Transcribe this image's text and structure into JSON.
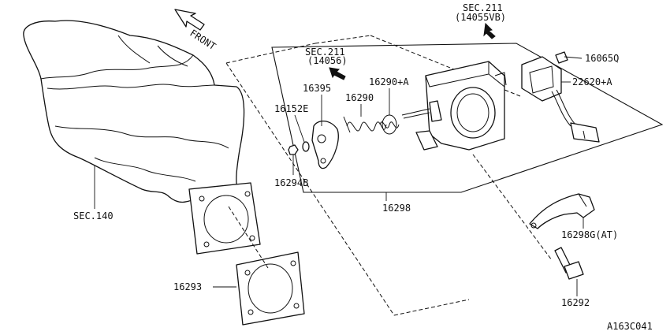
{
  "diagram": {
    "front_label": "FRONT",
    "sec_211_top": {
      "line1": "SEC.211",
      "line2": "(14055VB)"
    },
    "sec_211_mid": {
      "line1": "SEC.211",
      "line2": "(14056)"
    },
    "labels": {
      "p16065q": "16065Q",
      "p22620a": "22620+A",
      "p16395": "16395",
      "p16290": "16290",
      "p16290a": "16290+A",
      "p16152e": "16152E",
      "p16294b": "16294B",
      "p16298": "16298",
      "p16298g": "16298G(AT)",
      "p16292": "16292",
      "p16293": "16293",
      "sec140": "SEC.140"
    },
    "figure_code": "A163C041"
  }
}
